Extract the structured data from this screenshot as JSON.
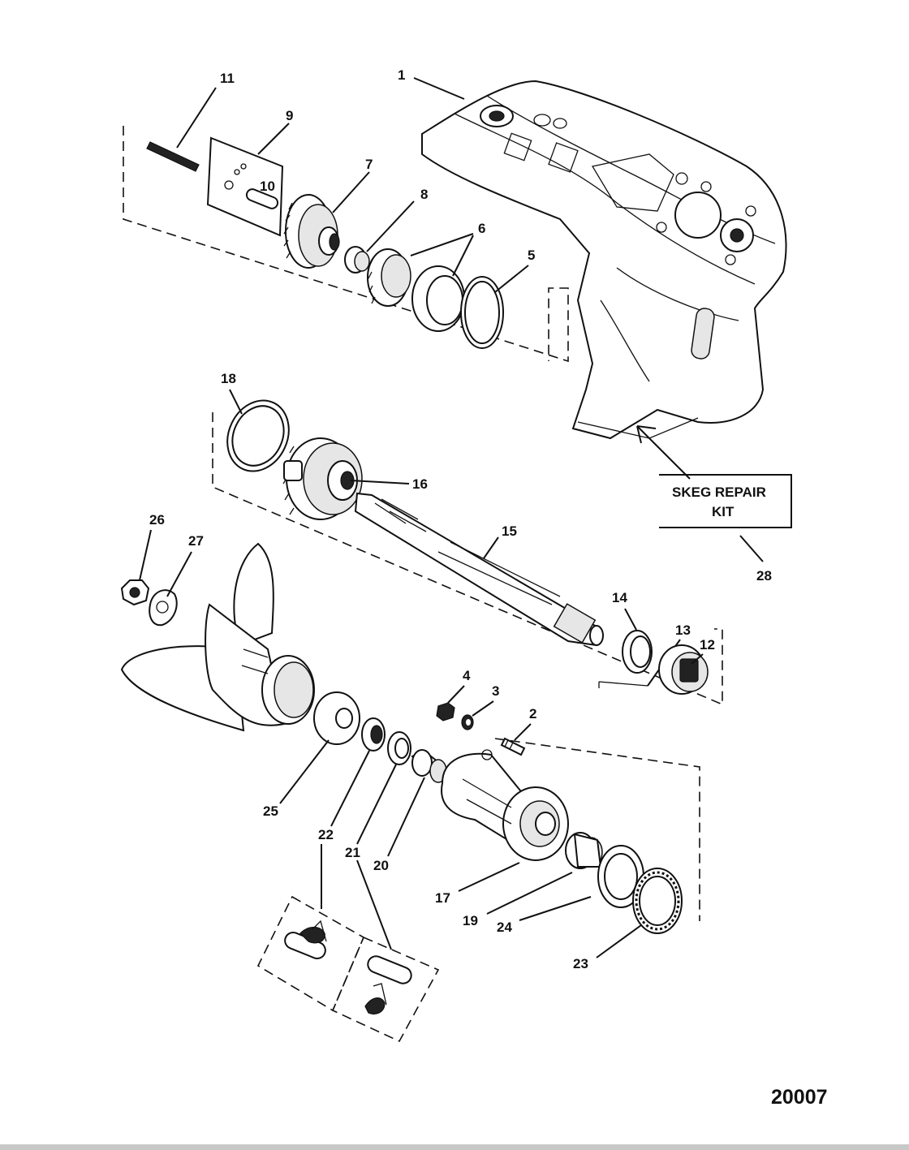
{
  "callouts": [
    "1",
    "2",
    "3",
    "4",
    "5",
    "6",
    "7",
    "8",
    "9",
    "10",
    "11",
    "12",
    "13",
    "14",
    "15",
    "16",
    "17",
    "18",
    "19",
    "20",
    "21",
    "22",
    "23",
    "24",
    "25",
    "26",
    "27",
    "28"
  ],
  "skeg_kit": {
    "line1": "SKEG REPAIR",
    "line2": "KIT"
  },
  "figure_number": "20007"
}
